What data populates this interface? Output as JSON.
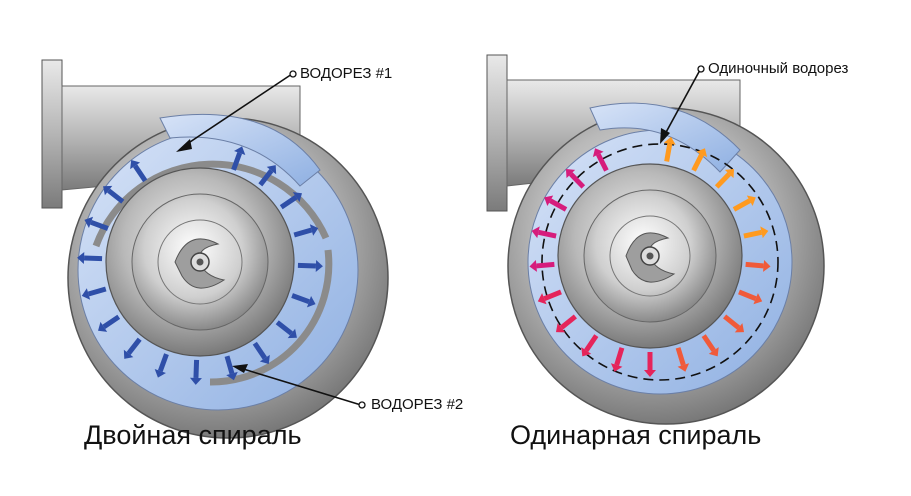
{
  "left_diagram": {
    "caption": "Двойная спираль",
    "callout_1": "ВОДОРЕЗ #1",
    "callout_2": "ВОДОРЕЗ #2",
    "arrow_color": "#2f4fa8",
    "volute_fill": "#a9c1e8"
  },
  "right_diagram": {
    "caption": "Одинарная спираль",
    "callout_1": "Одиночный водорез",
    "volute_fill": "#a9c1e8",
    "arrow_gradient": [
      "#ff9a1f",
      "#f05a3a",
      "#e5245a",
      "#d61c7c"
    ]
  },
  "icons": {
    "pump_left": "double-volute-pump-icon",
    "pump_right": "single-volute-pump-icon"
  }
}
